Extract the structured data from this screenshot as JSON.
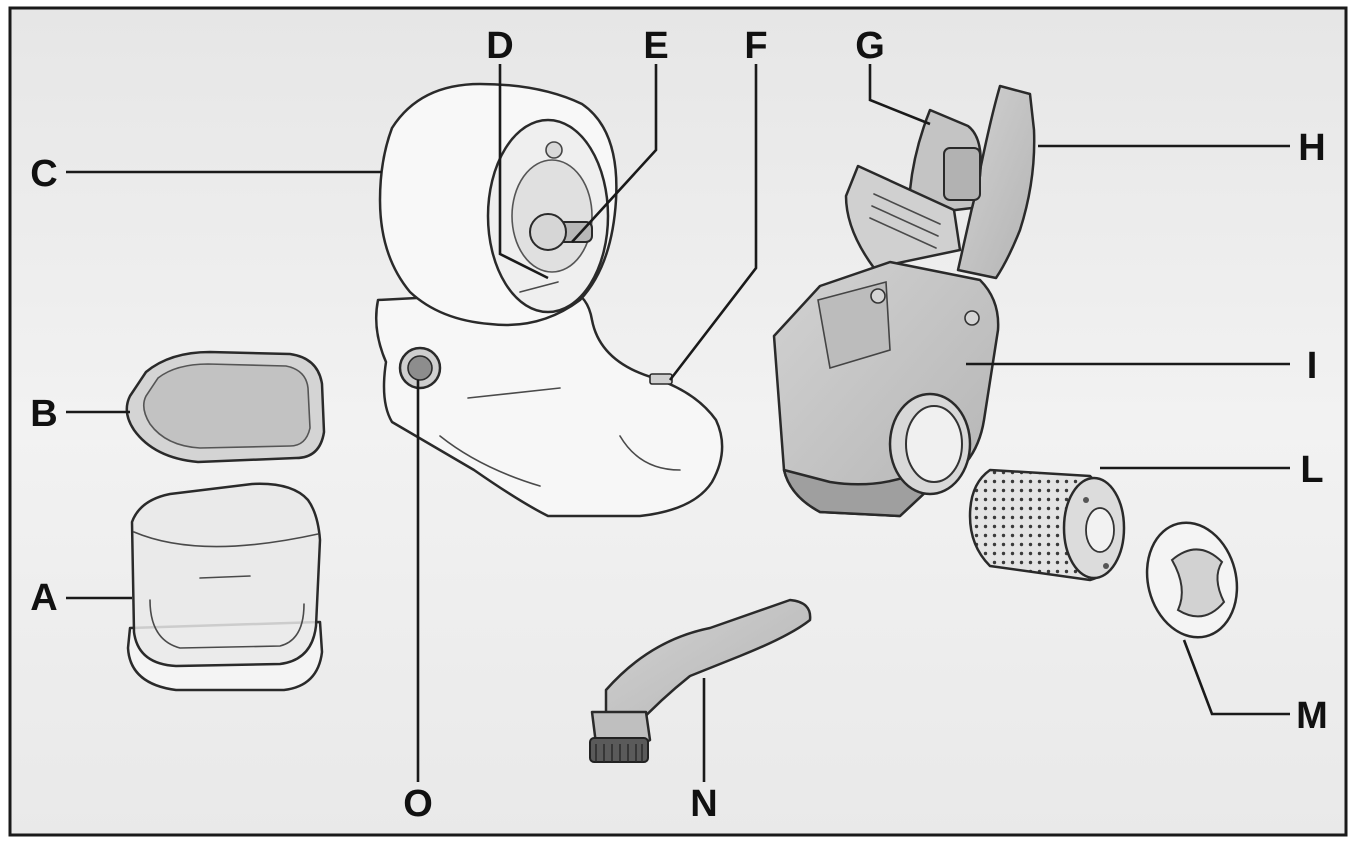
{
  "parts": [
    {
      "id": "part-a",
      "letter": "A"
    },
    {
      "id": "part-b",
      "letter": "B"
    },
    {
      "id": "part-c",
      "letter": "C"
    },
    {
      "id": "part-d",
      "letter": "D"
    },
    {
      "id": "part-e",
      "letter": "E"
    },
    {
      "id": "part-f",
      "letter": "F"
    },
    {
      "id": "part-g",
      "letter": "G"
    },
    {
      "id": "part-h",
      "letter": "H"
    },
    {
      "id": "part-i",
      "letter": "I"
    },
    {
      "id": "part-l",
      "letter": "L"
    },
    {
      "id": "part-m",
      "letter": "M"
    },
    {
      "id": "part-n",
      "letter": "N"
    },
    {
      "id": "part-o",
      "letter": "O"
    }
  ],
  "colors": {
    "background": "#ececec",
    "frame": "#1a1a1a",
    "body_light": "#f6f6f6",
    "part_gray": "#c8c8c8",
    "part_dark": "#a9a9a9",
    "outline": "#2a2a2a"
  }
}
